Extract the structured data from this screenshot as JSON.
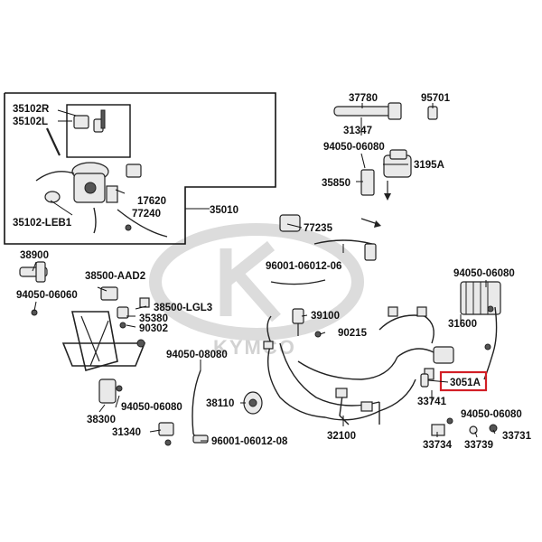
{
  "watermark": {
    "brand": "KYMCO"
  },
  "assemblies": {
    "ignition_box_label": "35010",
    "highlight_color": "#d21f26"
  },
  "parts": {
    "p35102R": "35102R",
    "p35102L": "35102L",
    "p35102LEB1": "35102-LEB1",
    "p17620": "17620",
    "p77240": "77240",
    "p35010": "35010",
    "p37780": "37780",
    "p95701": "95701",
    "p31347": "31347",
    "p94050_06080_a": "94050-06080",
    "p3195A": "3195A",
    "p35850": "35850",
    "p77235": "77235",
    "p96001_06012_06": "96001-06012-06",
    "p38900": "38900",
    "p94050_06060": "94050-06060",
    "p38500_AAD2": "38500-AAD2",
    "p38500_LGL3": "38500-LGL3",
    "p35380": "35380",
    "p90302": "90302",
    "p39100": "39100",
    "p90215": "90215",
    "p94050_06080_b": "94050-06080",
    "p31600": "31600",
    "p94050_08080": "94050-08080",
    "p94050_06080_c": "94050-06080",
    "p38300": "38300",
    "p38110": "38110",
    "p3051A": "3051A",
    "p33741": "33741",
    "p94050_06080_d": "94050-06080",
    "p31340": "31340",
    "p96001_06012_08": "96001-06012-08",
    "p32100": "32100",
    "p33734": "33734",
    "p33739": "33739",
    "p33731": "33731"
  }
}
